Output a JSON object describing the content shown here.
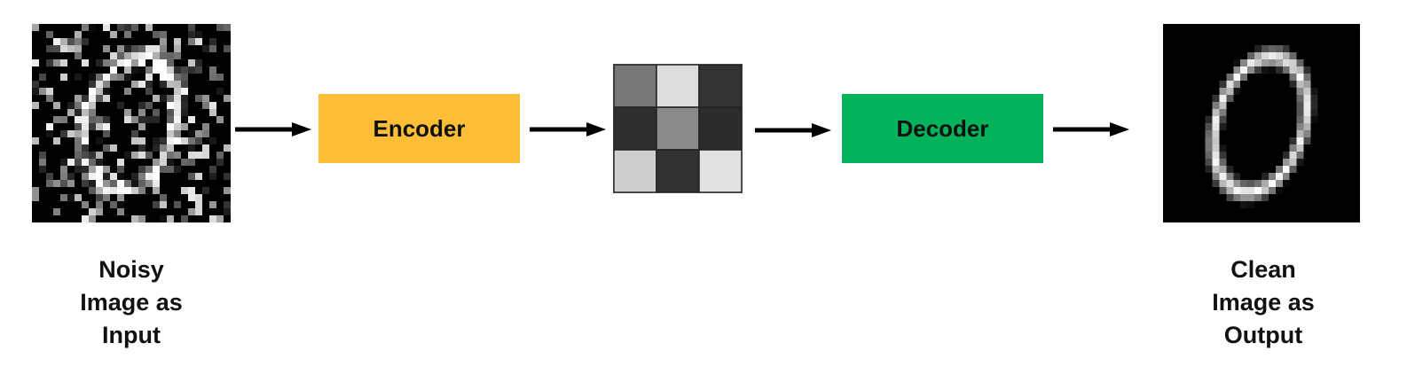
{
  "encoder": {
    "label": "Encoder",
    "color": "#FDBE37"
  },
  "decoder": {
    "label": "Decoder",
    "color": "#04B25B"
  },
  "input_caption": [
    "Noisy",
    "Image as",
    "Input"
  ],
  "output_caption": [
    "Clean",
    "Image as",
    "Output"
  ],
  "latent_grid": {
    "rows": 3,
    "cols": 3,
    "gray_levels": [
      [
        "#777777",
        "#dddddd",
        "#333333"
      ],
      [
        "#2e2e2e",
        "#8a8a8a",
        "#2c2c2c"
      ],
      [
        "#cfcfcf",
        "#323232",
        "#e2e2e2"
      ]
    ]
  },
  "arrow_color": "#000000"
}
